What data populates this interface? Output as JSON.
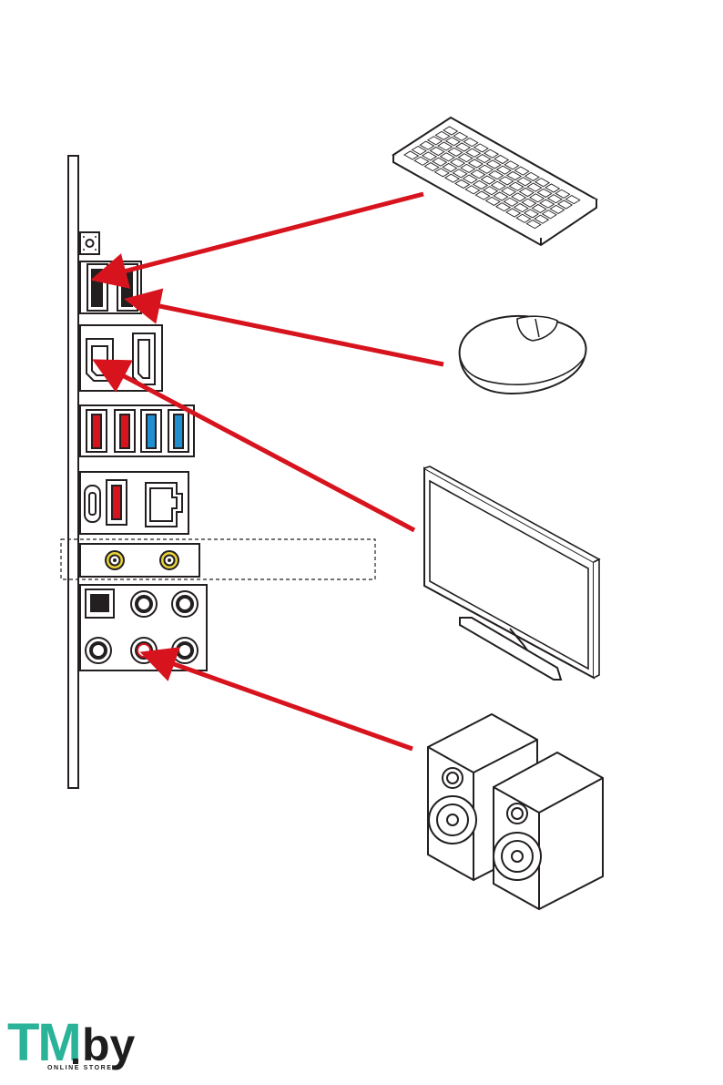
{
  "colors": {
    "arrow": "#d7141e",
    "usb2_red": "#d7141e",
    "usb3_blue": "#1e8fd2",
    "antenna_gold": "#e8d23a",
    "outline": "#231f20"
  },
  "logo": {
    "brand_tm": "TM",
    "brand_by": "by",
    "tagline": "ONLINE STORE"
  },
  "devices": [
    "keyboard-icon",
    "mouse-icon",
    "monitor-icon",
    "speakers-icon"
  ]
}
